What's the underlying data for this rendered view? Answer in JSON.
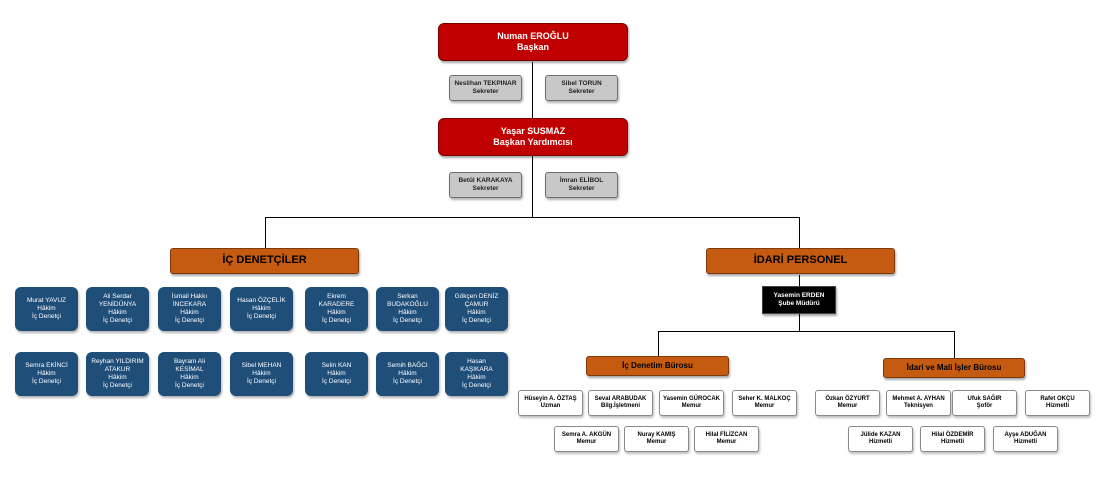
{
  "head": {
    "name": "Numan EROĞLU",
    "title": "Başkan"
  },
  "head_secretaries": [
    {
      "name": "Neslihan TEKPINAR",
      "title": "Sekreter"
    },
    {
      "name": "Sibel TORUN",
      "title": "Sekreter"
    }
  ],
  "deputy": {
    "name": "Yaşar SUSMAZ",
    "title": "Başkan Yardımcısı"
  },
  "deputy_secretaries": [
    {
      "name": "Betül KARAKAYA",
      "title": "Sekreter"
    },
    {
      "name": "İmran ELİBOL",
      "title": "Sekreter"
    }
  ],
  "internal_auditors": {
    "title": "İÇ DENETÇİLER",
    "members": [
      {
        "lines": [
          "Murat YAVUZ",
          "Hâkim",
          "İç Denetçi"
        ]
      },
      {
        "lines": [
          "Ali Serdar",
          "YENİDÜNYA",
          "Hâkim",
          "İç Denetçi"
        ]
      },
      {
        "lines": [
          "İsmail Hakkı",
          "İNCEKARA",
          "Hâkim",
          "İç Denetçi"
        ]
      },
      {
        "lines": [
          "Hasan ÖZÇELİK",
          "Hâkim",
          "İç Denetçi"
        ]
      },
      {
        "lines": [
          "Ekrem",
          "KARADERE",
          "Hâkim",
          "İç Denetçi"
        ]
      },
      {
        "lines": [
          "Serkan",
          "BUDAKOĞLU",
          "Hâkim",
          "İç Denetçi"
        ]
      },
      {
        "lines": [
          "Gökçen DENİZ",
          "ÇAMUR",
          "Hâkim",
          "İç Denetçi"
        ]
      },
      {
        "lines": [
          "Semra EKİNCİ",
          "Hâkim",
          "İç Denetçi"
        ]
      },
      {
        "lines": [
          "Reyhan YILDIRIM",
          "ATAKUR",
          "Hâkim",
          "İç Denetçi"
        ]
      },
      {
        "lines": [
          "Bayram Ali",
          "KESİMAL",
          "Hâkim",
          "İç Denetçi"
        ]
      },
      {
        "lines": [
          "Sibel MEHAN",
          "Hâkim",
          "İç Denetçi"
        ]
      },
      {
        "lines": [
          "Selin KAN",
          "Hâkim",
          "İç Denetçi"
        ]
      },
      {
        "lines": [
          "Semih BAĞCI",
          "Hâkim",
          "İç Denetçi"
        ]
      },
      {
        "lines": [
          "Hasan",
          "KAŞIKARA",
          "Hâkim",
          "İç Denetçi"
        ]
      }
    ]
  },
  "admin": {
    "title": "İDARİ PERSONEL",
    "manager": {
      "name": "Yasemin ERDEN",
      "title": "Şube Müdürü"
    },
    "audit_office": {
      "title": "İç Denetim Bürosu",
      "members": [
        {
          "name": "Hüseyin A. ÖZTAŞ",
          "title": "Uzman"
        },
        {
          "name": "Seval ARABUDAK",
          "title": "Bilg.İşletmeni"
        },
        {
          "name": "Yasemin GÜROCAK",
          "title": "Memur"
        },
        {
          "name": "Seher K. MALKOÇ",
          "title": "Memur"
        },
        {
          "name": "Semra A. AKGÜN",
          "title": "Memur"
        },
        {
          "name": "Nuray KAMIŞ",
          "title": "Memur"
        },
        {
          "name": "Hilal FİLİZCAN",
          "title": "Memur"
        }
      ]
    },
    "admin_office": {
      "title": "İdari ve Mali İşler Bürosu",
      "members": [
        {
          "name": "Özkan ÖZYURT",
          "title": "Memur"
        },
        {
          "name": "Mehmet A. AYHAN",
          "title": "Teknisyen"
        },
        {
          "name": "Ufuk SAĞIR",
          "title": "Şoför"
        },
        {
          "name": "Rafet OKÇU",
          "title": "Hizmetli"
        },
        {
          "name": "Jülide KAZAN",
          "title": "Hizmetli"
        },
        {
          "name": "Hilal ÖZDEMİR",
          "title": "Hizmetli"
        },
        {
          "name": "Ayşe ADUĞAN",
          "title": "Hizmetli"
        }
      ]
    }
  }
}
